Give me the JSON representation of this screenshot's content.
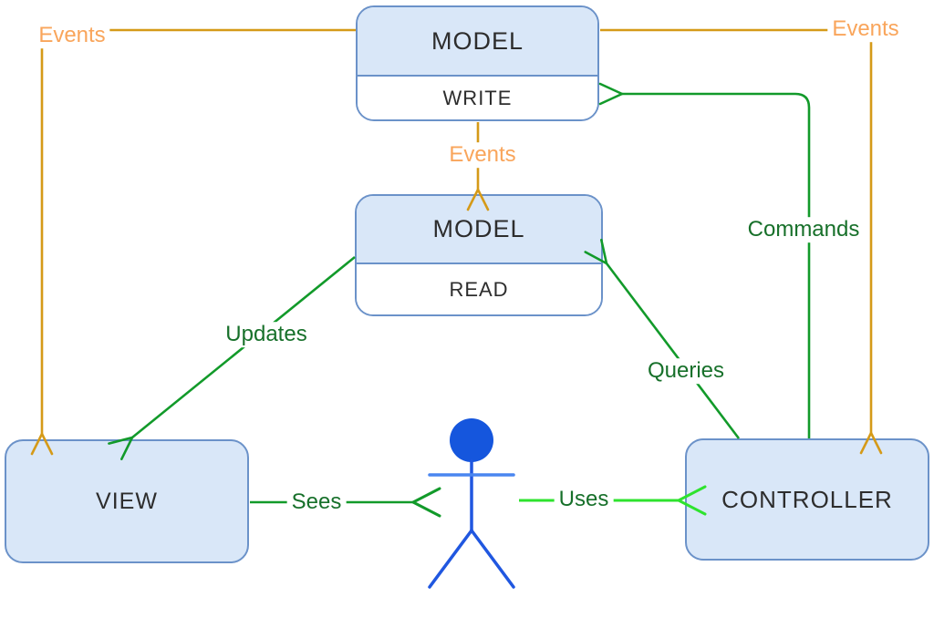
{
  "boxes": {
    "model_write": {
      "title": "MODEL",
      "subtitle": "WRITE"
    },
    "model_read": {
      "title": "MODEL",
      "subtitle": "READ"
    },
    "view": {
      "label": "VIEW"
    },
    "controller": {
      "label": "CONTROLLER"
    }
  },
  "labels": {
    "events_left": "Events",
    "events_middle": "Events",
    "events_right": "Events",
    "updates": "Updates",
    "queries": "Queries",
    "commands": "Commands",
    "sees": "Sees",
    "uses": "Uses"
  },
  "icons": {
    "user": "user-stick-figure"
  },
  "colors": {
    "box_fill": "#d9e7f8",
    "box_border": "#6b92c9",
    "box_text": "#2d2d2d",
    "orange_line": "#d59a18",
    "orange_text": "#f9a55b",
    "green_line": "#129a2a",
    "green_text": "#17702a",
    "bright_green_line": "#2ee32e",
    "figure_blue": "#1556dd",
    "figure_light_blue": "#4a86f0"
  }
}
